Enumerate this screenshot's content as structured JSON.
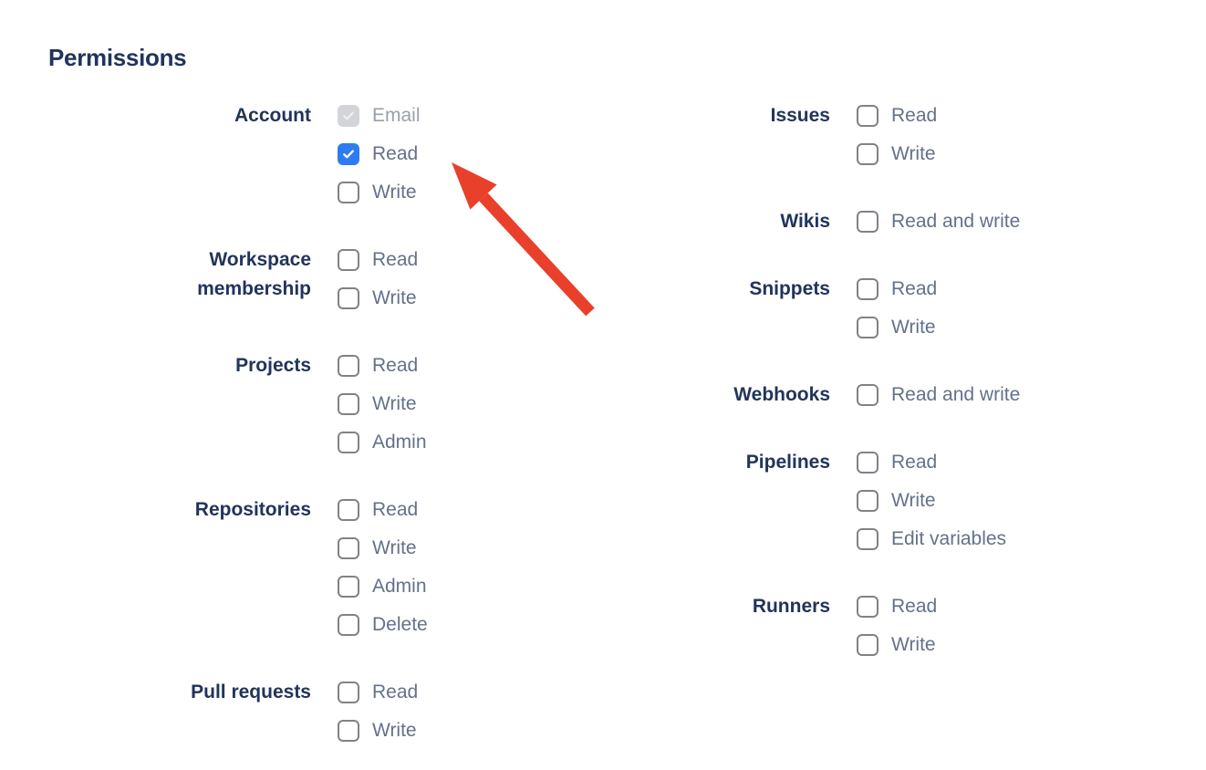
{
  "page": {
    "title": "Permissions"
  },
  "colors": {
    "background": "#ffffff",
    "heading_navy": "#21345b",
    "option_slate": "#64718a",
    "disabled_gray": "#98a0ad",
    "checkbox_border": "#7f8287",
    "checked_blue": "#2e7cf2",
    "disabled_fill": "#d2d4d8",
    "arrow_red": "#e8402a"
  },
  "permissions": {
    "columns": [
      {
        "name": "left",
        "groups": [
          {
            "label": "Account",
            "options": [
              {
                "label": "Email",
                "state": "checked-disabled"
              },
              {
                "label": "Read",
                "state": "checked"
              },
              {
                "label": "Write",
                "state": "unchecked"
              }
            ]
          },
          {
            "label": "Workspace membership",
            "options": [
              {
                "label": "Read",
                "state": "unchecked"
              },
              {
                "label": "Write",
                "state": "unchecked"
              }
            ]
          },
          {
            "label": "Projects",
            "options": [
              {
                "label": "Read",
                "state": "unchecked"
              },
              {
                "label": "Write",
                "state": "unchecked"
              },
              {
                "label": "Admin",
                "state": "unchecked"
              }
            ]
          },
          {
            "label": "Repositories",
            "options": [
              {
                "label": "Read",
                "state": "unchecked"
              },
              {
                "label": "Write",
                "state": "unchecked"
              },
              {
                "label": "Admin",
                "state": "unchecked"
              },
              {
                "label": "Delete",
                "state": "unchecked"
              }
            ]
          },
          {
            "label": "Pull requests",
            "options": [
              {
                "label": "Read",
                "state": "unchecked"
              },
              {
                "label": "Write",
                "state": "unchecked"
              }
            ]
          }
        ]
      },
      {
        "name": "right",
        "groups": [
          {
            "label": "Issues",
            "options": [
              {
                "label": "Read",
                "state": "unchecked"
              },
              {
                "label": "Write",
                "state": "unchecked"
              }
            ]
          },
          {
            "label": "Wikis",
            "options": [
              {
                "label": "Read and write",
                "state": "unchecked"
              }
            ]
          },
          {
            "label": "Snippets",
            "options": [
              {
                "label": "Read",
                "state": "unchecked"
              },
              {
                "label": "Write",
                "state": "unchecked"
              }
            ]
          },
          {
            "label": "Webhooks",
            "options": [
              {
                "label": "Read and write",
                "state": "unchecked"
              }
            ]
          },
          {
            "label": "Pipelines",
            "options": [
              {
                "label": "Read",
                "state": "unchecked"
              },
              {
                "label": "Write",
                "state": "unchecked"
              },
              {
                "label": "Edit variables",
                "state": "unchecked"
              }
            ]
          },
          {
            "label": "Runners",
            "options": [
              {
                "label": "Read",
                "state": "unchecked"
              },
              {
                "label": "Write",
                "state": "unchecked"
              }
            ]
          }
        ]
      }
    ]
  },
  "annotation": {
    "arrow_points_at": "account-read-checkbox"
  }
}
